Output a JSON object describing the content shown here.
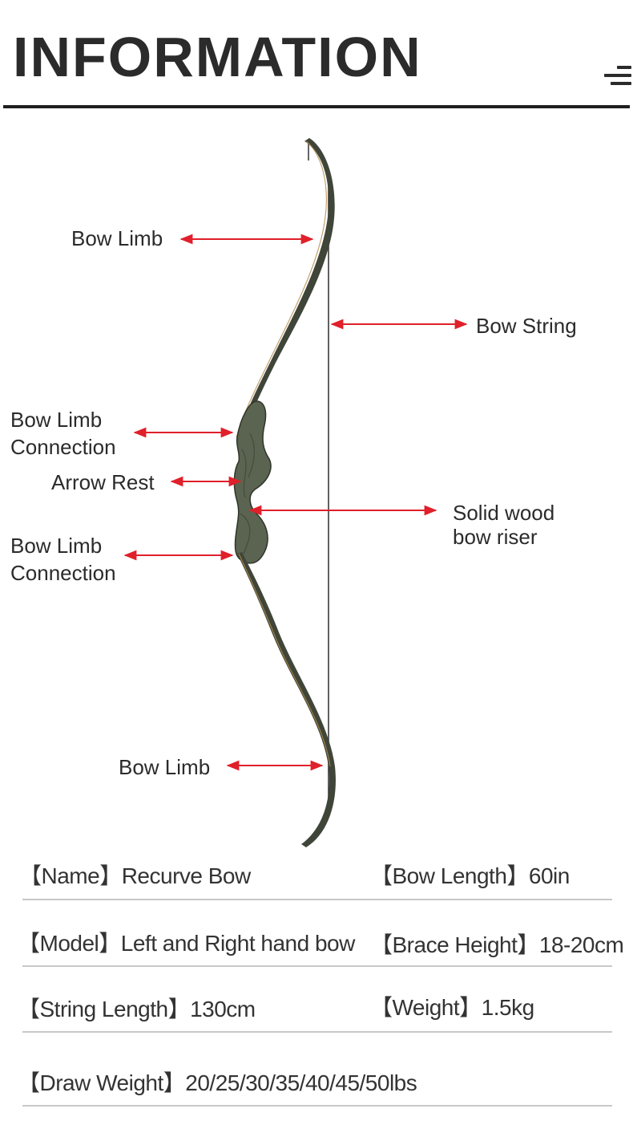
{
  "header": {
    "title": "INFORMATION",
    "menu_icon": "menu-icon"
  },
  "diagram": {
    "labels": {
      "bow_limb_top": "Bow Limb",
      "bow_string": "Bow String",
      "limb_connection_top_line1": "Bow Limb",
      "limb_connection_top_line2": "Connection",
      "arrow_rest": "Arrow Rest",
      "riser_line1": "Solid wood",
      "riser_line2": "bow riser",
      "limb_connection_bottom_line1": "Bow Limb",
      "limb_connection_bottom_line2": "Connection",
      "bow_limb_bottom": "Bow Limb"
    },
    "arrow_color": "#e0202a",
    "string_color": "#3a3a3a",
    "limb_color": "#3f4538",
    "riser_color": "#5a6450"
  },
  "specs": {
    "name_key": "【Name】",
    "name_value": "Recurve Bow",
    "bow_length_key": "【Bow Length】",
    "bow_length_value": "60in",
    "model_key": "【Model】",
    "model_value": "Left and Right hand bow",
    "brace_height_key": "【Brace Height】",
    "brace_height_value": "18-20cm",
    "string_length_key": "【String Length】",
    "string_length_value": "130cm",
    "weight_key": "【Weight】",
    "weight_value": "1.5kg",
    "draw_weight_key": "【Draw Weight】",
    "draw_weight_value": "20/25/30/35/40/45/50lbs"
  }
}
